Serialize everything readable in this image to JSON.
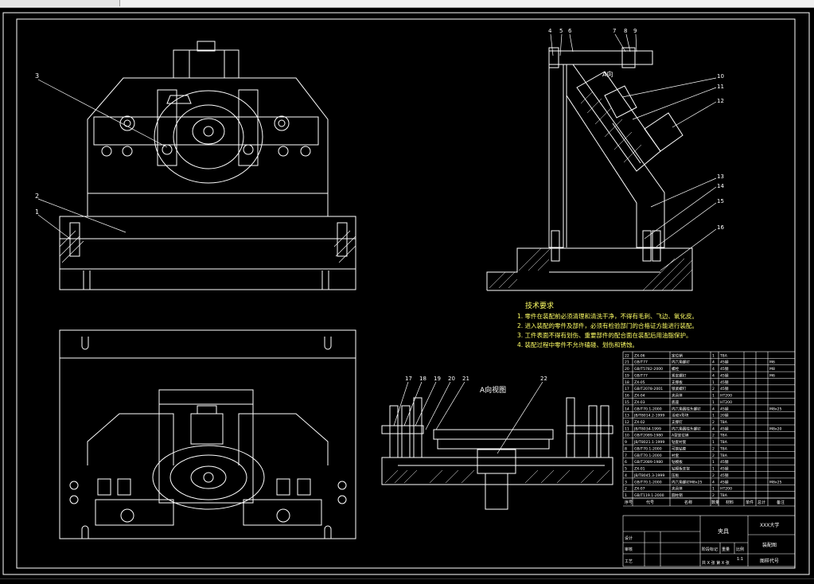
{
  "drawing": {
    "background": "#000000",
    "line_color": "#ffffff",
    "accent_color": "#ffff66",
    "view_label_a": "A向视图",
    "view_label_a_arrow": "A向",
    "tech_requirements": {
      "title": "技术要求",
      "items": [
        "1. 零件在装配前必须清理和清洗干净，不得有毛刺、飞边、氧化皮。",
        "2. 进入装配的零件及部件，必须有检验部门的合格证方能进行装配。",
        "3. 工件表面不得有划伤、重要部件的配合面在装配后用油脂保护。",
        "4. 装配过程中零件不允许磕碰、划伤和锈蚀。"
      ]
    },
    "callouts_front": [
      "3",
      "2",
      "1"
    ],
    "callouts_side": [
      "4",
      "5",
      "6",
      "7",
      "8",
      "9",
      "10",
      "11",
      "12",
      "13",
      "14",
      "15",
      "16"
    ],
    "callouts_aview": [
      "17",
      "18",
      "19",
      "20",
      "21",
      "22"
    ],
    "title_block": {
      "school": "XXX大学",
      "drawing_name": "夹具",
      "drawing_title": "装配图",
      "row_labels": [
        "设计",
        "审核",
        "工艺"
      ],
      "scale_label": "比例",
      "scale": "1:1",
      "sheet": "共 X 张  第 X 张",
      "weight_label": "重量",
      "stage_label": "阶段标记",
      "drawing_no": "图样代号"
    },
    "bom_headers": [
      "序号",
      "代号",
      "名称",
      "数量",
      "材料",
      "单件",
      "总计",
      "备注"
    ],
    "bom_rows": [
      [
        "22",
        "ZX-06",
        "定位销",
        "1",
        "T8A",
        ""
      ],
      [
        "21",
        "GB/T77",
        "内六角螺钉",
        "4",
        "45钢",
        "M6"
      ],
      [
        "20",
        "GB/T5782-2000",
        "螺栓",
        "4",
        "45钢",
        "M8"
      ],
      [
        "19",
        "GB/T77",
        "紧定螺钉",
        "4",
        "45钢",
        "M6"
      ],
      [
        "18",
        "ZX-05",
        "支撑板",
        "1",
        "45钢",
        ""
      ],
      [
        "17",
        "GB/T2078-2001",
        "锁紧螺钉",
        "2",
        "45钢",
        ""
      ],
      [
        "16",
        "ZX-04",
        "夹具体",
        "1",
        "HT200",
        ""
      ],
      [
        "15",
        "ZX-03",
        "底座",
        "1",
        "HT200",
        ""
      ],
      [
        "14",
        "GB/T70.1-2000",
        "内六角圆柱头螺钉",
        "4",
        "45钢",
        "M8x25"
      ],
      [
        "13",
        "JB/T8014.2-1999",
        "活动V形块",
        "1",
        "20钢",
        ""
      ],
      [
        "12",
        "ZX-02",
        "支撑钉",
        "2",
        "T8A",
        ""
      ],
      [
        "11",
        "JB/T8034-1999",
        "内六角圆柱头螺钉",
        "4",
        "45钢",
        "M8x20"
      ],
      [
        "10",
        "GB/T2089-1980",
        "A型定位销",
        "2",
        "T8A",
        ""
      ],
      [
        "9",
        "JB/T8021.1-1999",
        "钻套衬套",
        "1",
        "T8A",
        ""
      ],
      [
        "8",
        "GB/T70.1-2000",
        "可换钻套",
        "2",
        "T8A",
        ""
      ],
      [
        "7",
        "GB/T70.1-2000",
        "衬套",
        "2",
        "T8A",
        ""
      ],
      [
        "6",
        "GB/T2089-1980",
        "钻模板",
        "1",
        "45钢",
        ""
      ],
      [
        "5",
        "ZX-01",
        "钻模板支架",
        "1",
        "45钢",
        ""
      ],
      [
        "4",
        "JB/T8045.3-1999",
        "压板",
        "2",
        "45钢",
        ""
      ],
      [
        "3",
        "GB/T70.1-2000",
        "内六角螺钉M8x25",
        "4",
        "45钢",
        "M8x25"
      ],
      [
        "2",
        "ZX-07",
        "夹具体",
        "1",
        "HT200",
        ""
      ],
      [
        "1",
        "GB/T119.1-2000",
        "圆柱销",
        "2",
        "T8A",
        ""
      ]
    ]
  }
}
